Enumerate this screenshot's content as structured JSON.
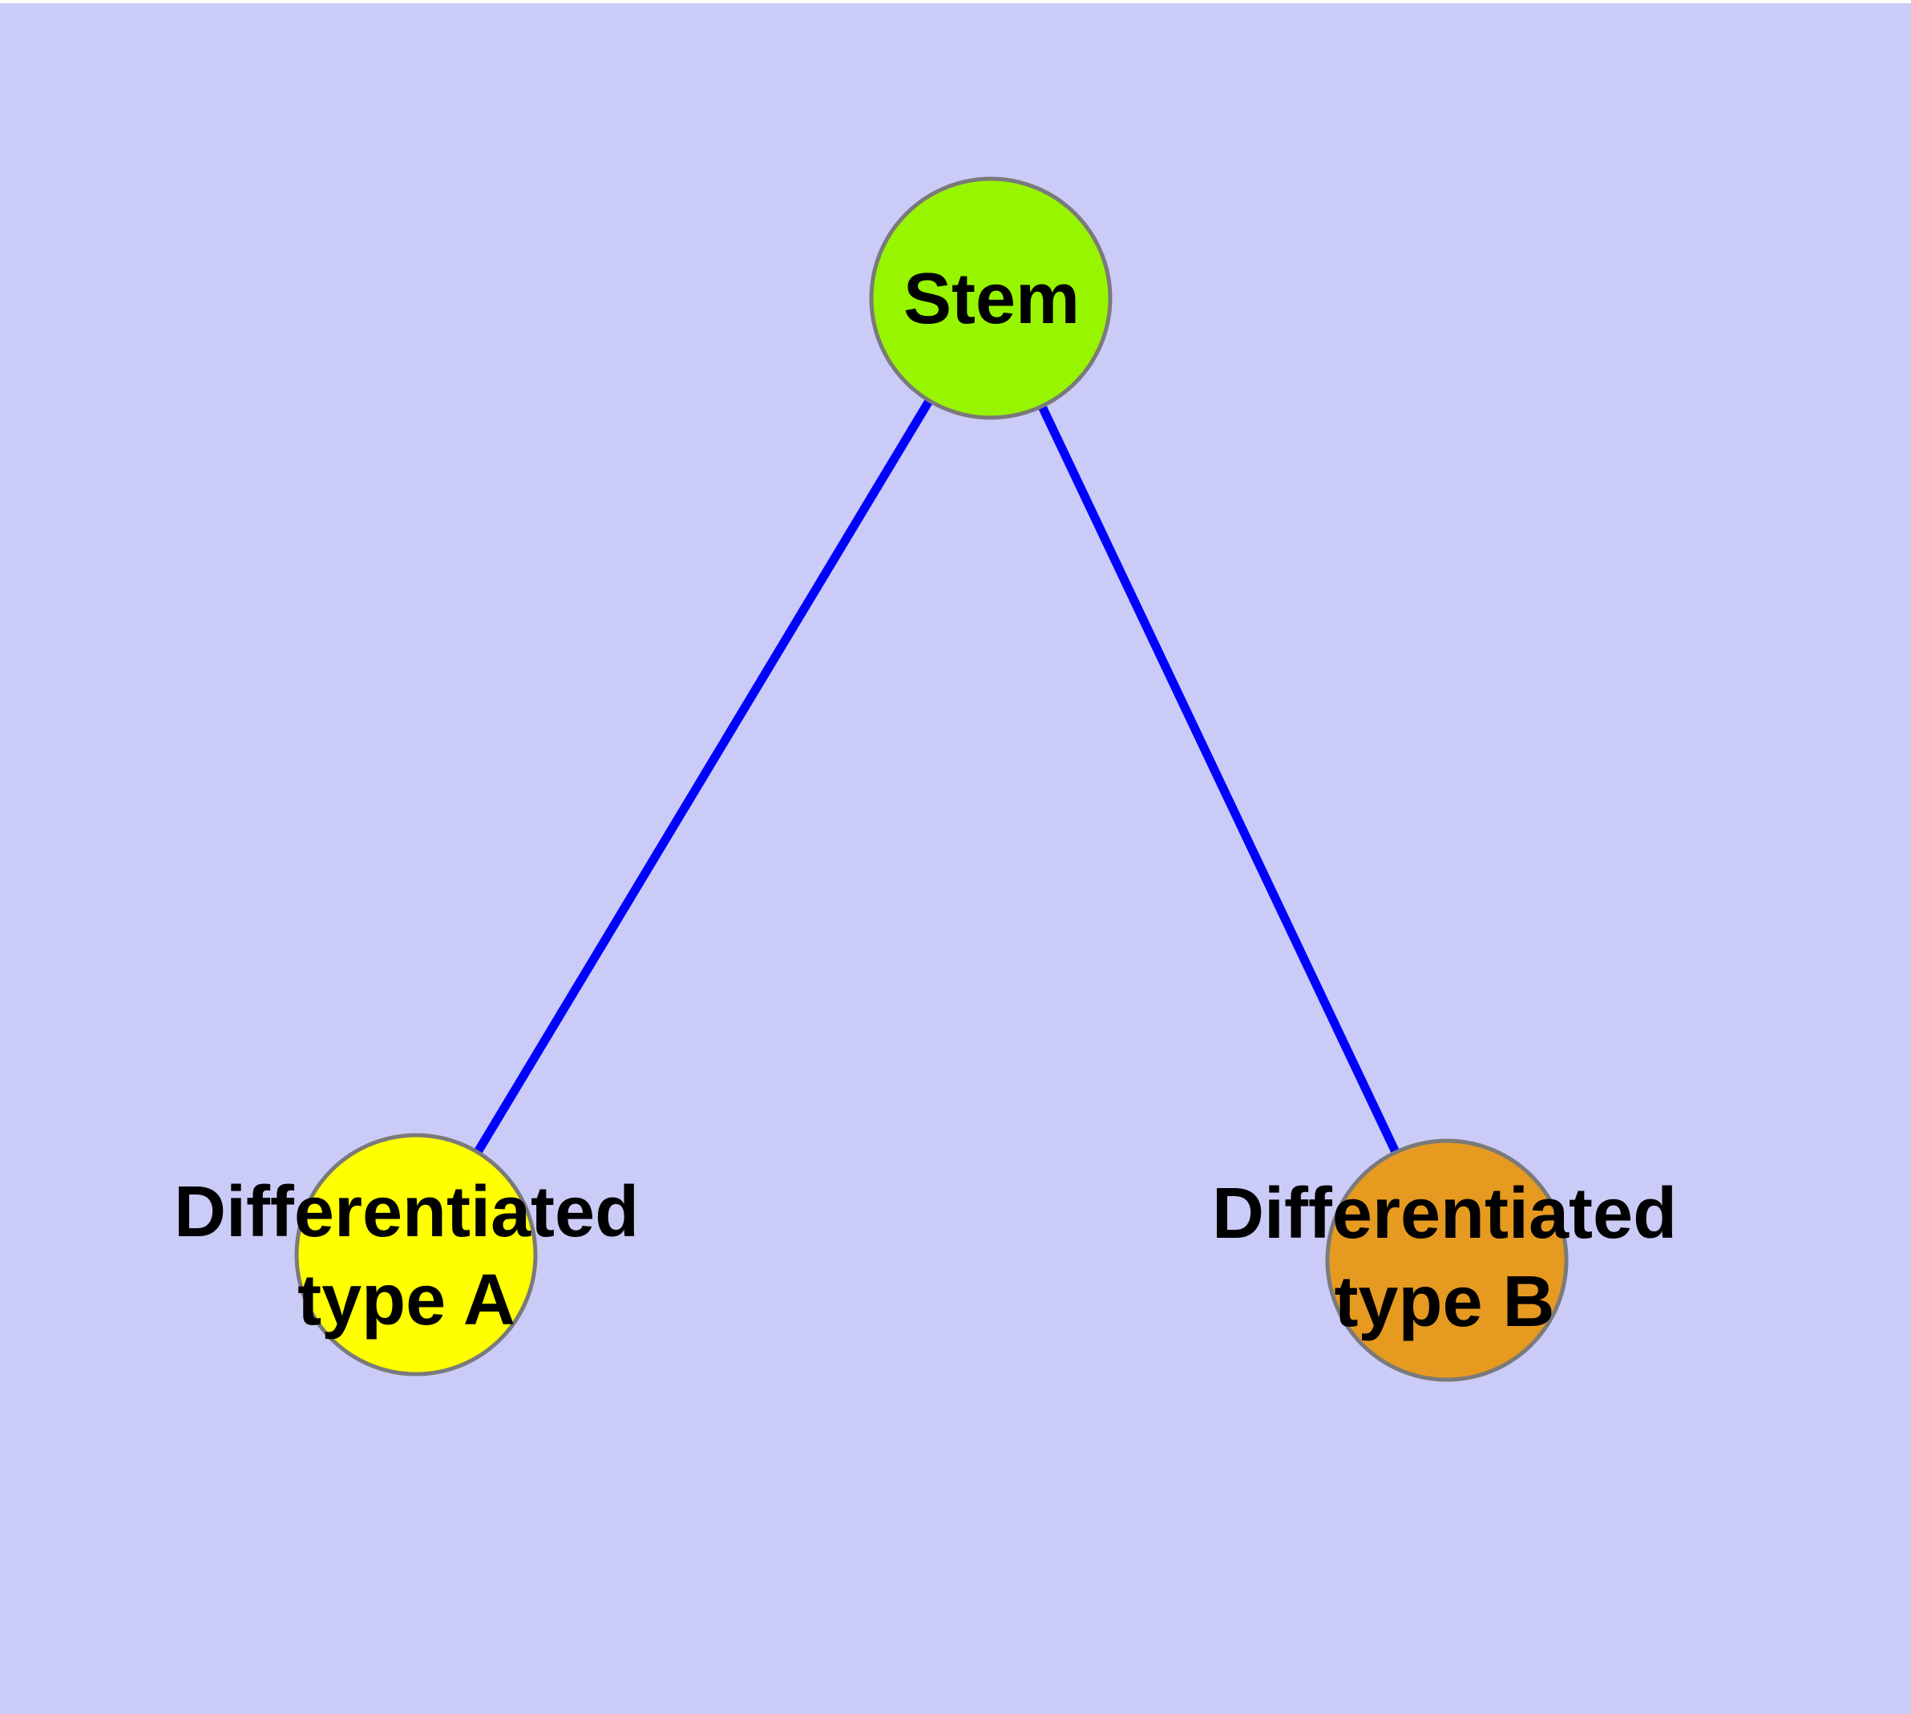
{
  "diagram": {
    "type": "graph",
    "background_color": "#cbcbf7",
    "edge_color": "#0000ff",
    "node_border_color": "#7a7a7a",
    "label_color": "#000000",
    "nodes": [
      {
        "id": "stem",
        "label": "Stem",
        "color": "#97f500"
      },
      {
        "id": "differentiated-type-a",
        "label_line1": "Differentiated",
        "label_line2": "type A",
        "color": "#ffff00"
      },
      {
        "id": "differentiated-type-b",
        "label_line1": "Differentiated",
        "label_line2": "type B",
        "color": "#e69a20"
      }
    ],
    "edges": [
      {
        "from": "Stem",
        "to": "Differentiated type A"
      },
      {
        "from": "Stem",
        "to": "Differentiated type B"
      }
    ]
  }
}
